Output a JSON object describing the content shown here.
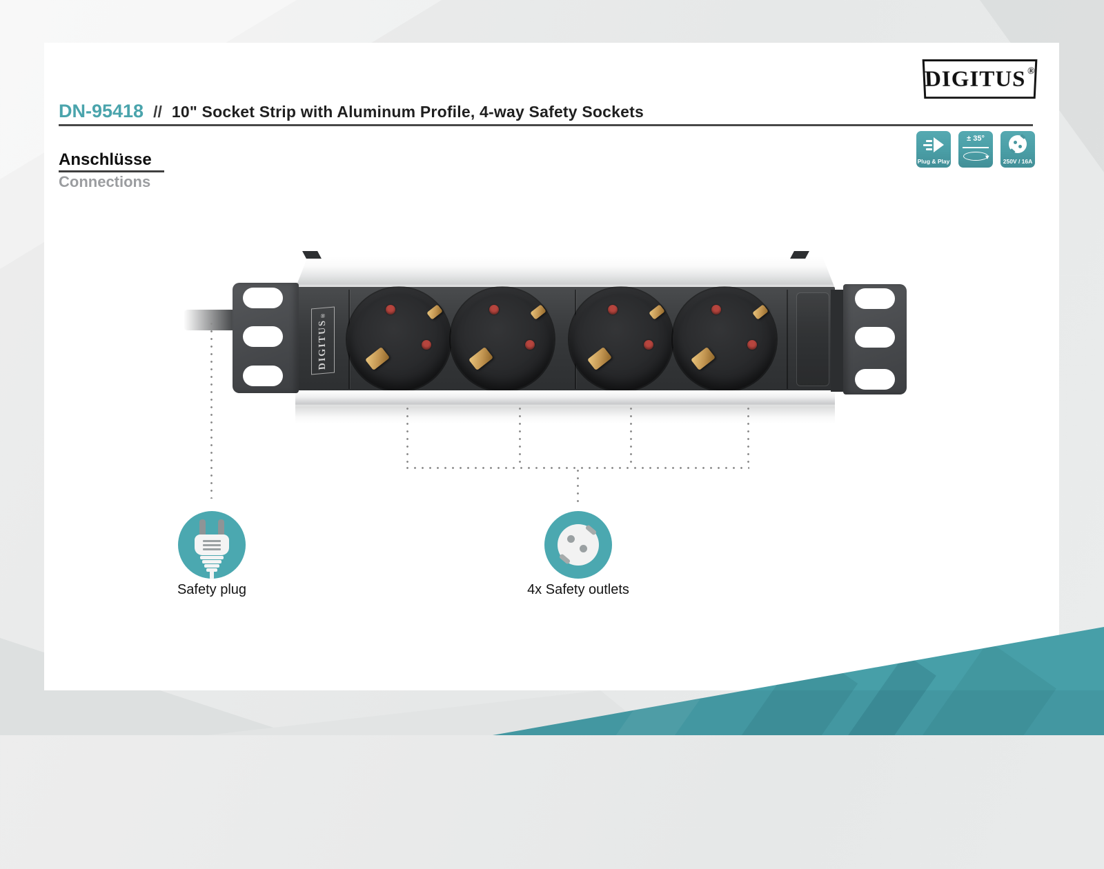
{
  "brand": {
    "name": "DIGITUS",
    "reg": "®"
  },
  "title": {
    "code": "DN-95418",
    "separator": "//",
    "text": "10\" Socket Strip with Aluminum Profile, 4-way Safety Sockets"
  },
  "section": {
    "heading_de": "Anschlüsse",
    "heading_en": "Connections"
  },
  "badges": [
    {
      "icon": "plug-play-arrow-icon",
      "label": "Plug & Play"
    },
    {
      "icon": "tilt-rotation-ellipse-icon",
      "label": "± 35°"
    },
    {
      "icon": "socket-face-icon",
      "label": "250V / 16A"
    }
  ],
  "product": {
    "strip_brand": "DIGITUS",
    "strip_brand_reg": "®",
    "socket_count": 4
  },
  "callouts": [
    {
      "icon": "safety-plug-icon",
      "label": "Safety plug"
    },
    {
      "icon": "safety-outlet-icon",
      "label": "4x Safety outlets"
    }
  ],
  "colors": {
    "accent_teal": "#4AA4AC",
    "badge_teal": "#4A9EA6",
    "icon_circle_teal": "#4BA8B0",
    "corner_wedge_teal": "#479FA8",
    "title_underline": "#474747",
    "heading_gray": "#9B9DA0",
    "card_background": "#FFFFFF",
    "page_background": "#E9EBEB",
    "strip_body": "#37393B",
    "socket_black": "#202123",
    "shutter_red": "#B6453E",
    "earth_clip_brass": "#C29551"
  }
}
